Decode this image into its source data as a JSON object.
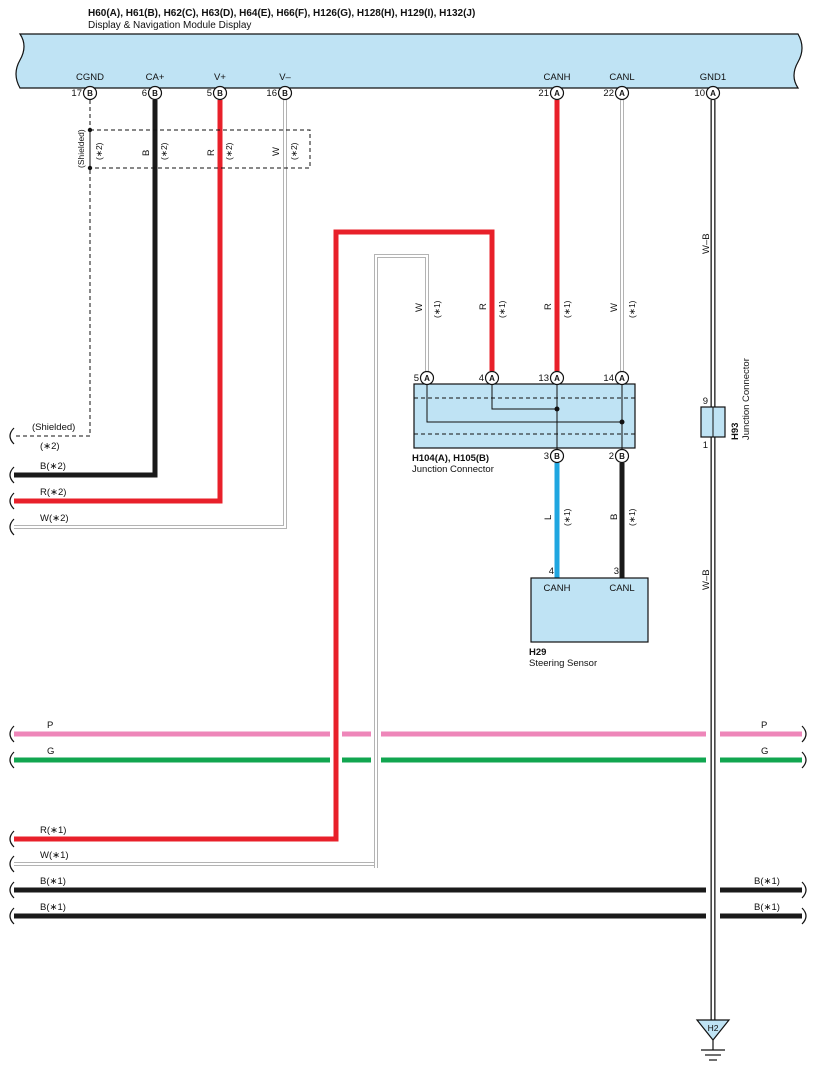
{
  "header": {
    "connector_ids": "H60(A), H61(B), H62(C), H63(D), H64(E), H66(F), H126(G), H128(H), H129(I), H132(J)",
    "module_name": "Display & Navigation Module Display"
  },
  "module_pins": [
    {
      "signal": "CGND",
      "pin": "17",
      "conn": "B"
    },
    {
      "signal": "CA+",
      "pin": "6",
      "conn": "B"
    },
    {
      "signal": "V+",
      "pin": "5",
      "conn": "B"
    },
    {
      "signal": "V–",
      "pin": "16",
      "conn": "B"
    },
    {
      "signal": "CANH",
      "pin": "21",
      "conn": "A"
    },
    {
      "signal": "CANL",
      "pin": "22",
      "conn": "A"
    },
    {
      "signal": "GND1",
      "pin": "10",
      "conn": "A"
    }
  ],
  "shield_box": {
    "shielded": "(Shielded)",
    "note": "(∗2)",
    "wire_b": "B",
    "wire_r": "R",
    "wire_w": "W"
  },
  "note1": "(∗1)",
  "junction": {
    "id": "H104(A), H105(B)",
    "name": "Junction Connector",
    "top_pins": [
      {
        "pin": "5",
        "conn": "A"
      },
      {
        "pin": "4",
        "conn": "A"
      },
      {
        "pin": "13",
        "conn": "A"
      },
      {
        "pin": "14",
        "conn": "A"
      }
    ],
    "bottom_pins": [
      {
        "pin": "3",
        "conn": "B"
      },
      {
        "pin": "2",
        "conn": "B"
      }
    ],
    "wire_w_left": "W",
    "wire_r_left": "R",
    "wire_r_right": "R",
    "wire_w_right": "W",
    "wire_l": "L",
    "wire_b": "B"
  },
  "sensor": {
    "id": "H29",
    "name": "Steering Sensor",
    "pin_canh": "4",
    "pin_canl": "3",
    "label_canh": "CANH",
    "label_canl": "CANL"
  },
  "h93": {
    "id": "H93",
    "name": "Junction Connector",
    "pin_top": "9",
    "pin_bottom": "1"
  },
  "gnd_wire": {
    "upper": "W–B",
    "lower": "W–B"
  },
  "ground": {
    "id": "H2"
  },
  "left_wires": {
    "shielded": "(Shielded)",
    "shielded_note": "(∗2)",
    "b2": "B(∗2)",
    "r2": "R(∗2)",
    "w2": "W(∗2)",
    "p_left": "P",
    "p_right": "P",
    "g_left": "G",
    "g_right": "G",
    "r1": "R(∗1)",
    "w1": "W(∗1)",
    "b1a_left": "B(∗1)",
    "b1a_right": "B(∗1)",
    "b1b_left": "B(∗1)",
    "b1b_right": "B(∗1)"
  },
  "colors": {
    "module_fill": "#bfe3f4",
    "red": "#e8202a",
    "black": "#1a1a1a",
    "blue": "#1fa6e0",
    "pink": "#ee86b9",
    "green": "#11a650",
    "white_wire": "#b3b3b3"
  }
}
